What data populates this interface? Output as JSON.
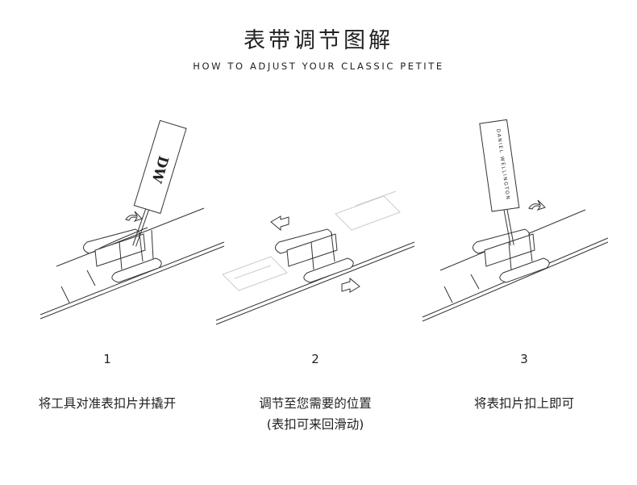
{
  "title": "表带调节图解",
  "subtitle": "HOW TO ADJUST YOUR CLASSIC PETITE",
  "steps": [
    {
      "number": "1",
      "caption_lines": [
        "将工具对准表扣片并撬开"
      ],
      "tool_text": "DW"
    },
    {
      "number": "2",
      "caption_lines": [
        "调节至您需要的位置",
        "(表扣可来回滑动)"
      ]
    },
    {
      "number": "3",
      "caption_lines": [
        "将表扣片扣上即可"
      ],
      "tool_text": "DANIEL WELLINGTON"
    }
  ]
}
